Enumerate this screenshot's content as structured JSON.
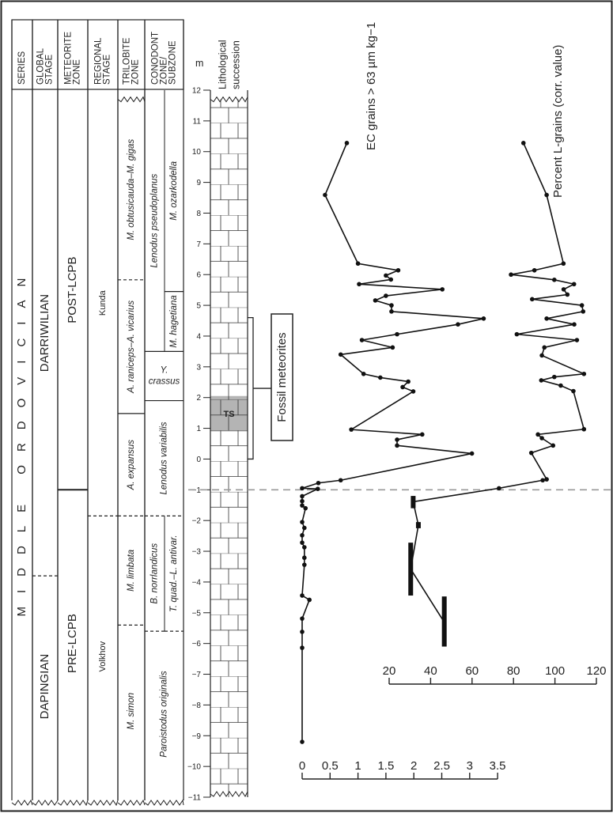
{
  "chart_data": {
    "type": "line",
    "title": "",
    "depth_axis": {
      "unit_label": "m",
      "range": [
        -11,
        12
      ],
      "ticks": [
        12,
        11,
        10,
        9,
        8,
        7,
        6,
        5,
        4,
        3,
        2,
        1,
        0,
        -1,
        -2,
        -3,
        -4,
        -5,
        -6,
        -7,
        -8,
        -9,
        -10,
        -11
      ]
    },
    "headers": {
      "series": [
        "SERIES"
      ],
      "global": [
        "GLOBAL",
        "STAGE"
      ],
      "meteorite": [
        "METEORITE",
        "ZONE"
      ],
      "regional": [
        "REGIONAL",
        "STAGE"
      ],
      "trilobite": [
        "TRILOBITE",
        "ZONE"
      ],
      "conodont": [
        "CONODONT",
        "ZONE/",
        "SUBZONE"
      ],
      "lithology": [
        "Lithological",
        "succession"
      ]
    },
    "columns": {
      "series": [
        {
          "label": "MIDDLE ORDOVICIAN",
          "top": 12,
          "bottom": -11
        }
      ],
      "global": [
        {
          "label": "DARRIWILIAN",
          "top": 12,
          "bottom": -3.8,
          "boundary": "dashed"
        },
        {
          "label": "DAPINGIAN",
          "top": -3.8,
          "bottom": -11
        }
      ],
      "meteorite": [
        {
          "label": "POST-LCPB",
          "top": 12,
          "bottom": -1,
          "boundary": "solid"
        },
        {
          "label": "PRE-LCPB",
          "top": -1,
          "bottom": -11
        }
      ],
      "regional": [
        {
          "label": "Kunda",
          "top": 12,
          "bottom": -1.85,
          "boundary": "dashed"
        },
        {
          "label": "Volkhov",
          "top": -1.85,
          "bottom": -11
        }
      ],
      "trilobite": [
        {
          "label": "M. obtusicauda–M. gigas",
          "top": 11.7,
          "bottom": 5.83,
          "boundary": "dashed"
        },
        {
          "label": "A. raniceps–A. vicarius",
          "top": 5.83,
          "bottom": 1.48,
          "boundary": "solid"
        },
        {
          "label": "A. expansus",
          "top": 1.48,
          "bottom": -1.85,
          "boundary": "dashed"
        },
        {
          "label": "M. limbata",
          "top": -1.85,
          "bottom": -5.4,
          "boundary": "dashed"
        },
        {
          "label": "M. simon",
          "top": -5.4,
          "bottom": -11
        }
      ],
      "conodont": [
        {
          "label": "Lenodus pseudoplanus",
          "top": 12,
          "bottom": 3.5,
          "part": "left",
          "boundary": "solid"
        },
        {
          "label": "M. ozarkodella",
          "top": 12,
          "bottom": 5.45,
          "part": "right",
          "boundary": "solid"
        },
        {
          "label": "M. hagetiana",
          "top": 5.45,
          "bottom": 3.5,
          "part": "right",
          "boundary": "solid"
        },
        {
          "label": "Y. crassus",
          "top": 3.5,
          "bottom": 1.9,
          "part": "full",
          "boundary": "solid"
        },
        {
          "label": "Lenodus variabilis",
          "top": 1.9,
          "bottom": -1.85,
          "part": "full",
          "boundary": "dashed"
        },
        {
          "label": "B. norrlandicus",
          "top": -1.85,
          "bottom": -5.6,
          "part": "left",
          "boundary": "dashed"
        },
        {
          "label": "T. quad.–L. antivar.",
          "top": -1.85,
          "bottom": -5.6,
          "part": "right",
          "boundary": "dashed"
        },
        {
          "label": "Paroistodus originalis",
          "top": -5.6,
          "bottom": -11,
          "part": "full"
        }
      ]
    },
    "lithology": {
      "type": "limestone",
      "top": 11.7,
      "bottom": -11,
      "shaded_unit": {
        "label": "TS",
        "top": 2.05,
        "bottom": 0.9,
        "color": "#b4b4b4"
      }
    },
    "fossil_meteorites": {
      "label": "Fossil meteorites",
      "top": 4.6,
      "bottom": 0
    },
    "reference_line_depth": -1,
    "series": [
      {
        "name": "EC grains > 63 µm kg−1",
        "axis_ticks": [
          0,
          0.5,
          1,
          1.5,
          2,
          2.5,
          3,
          3.5
        ],
        "axis_range": [
          0,
          3.5
        ],
        "points": [
          [
            10.28,
            0.8
          ],
          [
            8.59,
            0.41
          ],
          [
            6.36,
            1.0
          ],
          [
            6.14,
            1.72
          ],
          [
            5.97,
            1.5
          ],
          [
            5.84,
            1.59
          ],
          [
            5.69,
            1.02
          ],
          [
            5.52,
            2.51
          ],
          [
            5.31,
            1.5
          ],
          [
            5.16,
            1.31
          ],
          [
            5.0,
            1.6
          ],
          [
            4.8,
            1.6
          ],
          [
            4.57,
            3.25
          ],
          [
            4.38,
            2.79
          ],
          [
            4.06,
            1.7
          ],
          [
            3.87,
            1.07
          ],
          [
            3.63,
            1.62
          ],
          [
            3.4,
            0.69
          ],
          [
            2.77,
            1.1
          ],
          [
            2.65,
            1.4
          ],
          [
            2.52,
            1.9
          ],
          [
            2.34,
            1.8
          ],
          [
            2.2,
            1.99
          ],
          [
            0.96,
            0.88
          ],
          [
            0.8,
            2.15
          ],
          [
            0.63,
            1.7
          ],
          [
            0.44,
            1.7
          ],
          [
            0.18,
            3.04
          ],
          [
            -0.69,
            0.69
          ],
          [
            -0.78,
            0.29
          ],
          [
            -0.95,
            0.0
          ],
          [
            -0.97,
            0.28
          ],
          [
            -1.21,
            0.0
          ],
          [
            -1.37,
            0.0
          ],
          [
            -1.51,
            0.0
          ],
          [
            -1.6,
            0.06
          ],
          [
            -2.05,
            0.0
          ],
          [
            -2.24,
            0.04
          ],
          [
            -2.48,
            0.0
          ],
          [
            -2.72,
            0.0
          ],
          [
            -2.87,
            0.04
          ],
          [
            -3.21,
            0.04
          ],
          [
            -3.44,
            0.04
          ],
          [
            -4.44,
            0.0
          ],
          [
            -4.58,
            0.13
          ],
          [
            -5.19,
            0.0
          ],
          [
            -5.62,
            0.0
          ],
          [
            -6.14,
            0.0
          ],
          [
            -9.2,
            0.0
          ]
        ]
      },
      {
        "name": "Percent L-grains (corr. value)",
        "axis_ticks": [
          20,
          40,
          60,
          80,
          100,
          120
        ],
        "axis_range": [
          20,
          120
        ],
        "points": [
          [
            10.28,
            84.8
          ],
          [
            8.59,
            96.0
          ],
          [
            6.36,
            104.1
          ],
          [
            6.14,
            90.1
          ],
          [
            6.0,
            78.8
          ],
          [
            5.83,
            99.7
          ],
          [
            5.69,
            109.2
          ],
          [
            5.52,
            104.2
          ],
          [
            5.35,
            106.0
          ],
          [
            5.2,
            89.0
          ],
          [
            5.0,
            113.0
          ],
          [
            4.8,
            113.6
          ],
          [
            4.57,
            96.0
          ],
          [
            4.38,
            109.3
          ],
          [
            4.06,
            81.6
          ],
          [
            3.87,
            110.6
          ],
          [
            3.63,
            94.9
          ],
          [
            3.37,
            93.7
          ],
          [
            2.77,
            114.0
          ],
          [
            2.67,
            99.7
          ],
          [
            2.56,
            93.4
          ],
          [
            2.39,
            102.8
          ],
          [
            2.21,
            108.9
          ],
          [
            0.97,
            114.0
          ],
          [
            0.8,
            91.8
          ],
          [
            0.68,
            93.7
          ],
          [
            0.44,
            99.1
          ],
          [
            0.2,
            88.6
          ],
          [
            -0.66,
            96.0
          ],
          [
            -0.69,
            94.1
          ],
          [
            -0.95,
            73.0
          ]
        ],
        "range_points": [
          {
            "depth": -1.39,
            "value": 31.6,
            "range": [
              -1.2,
              -1.6
            ]
          },
          {
            "depth": -2.15,
            "value": 34.1,
            "range": [
              -2.05,
              -2.25
            ]
          },
          {
            "depth": -3.58,
            "value": 30.4,
            "range": [
              -2.72,
              -4.44
            ]
          },
          {
            "depth": -5.31,
            "value": 46.6,
            "range": [
              -4.47,
              -6.1
            ]
          }
        ]
      }
    ]
  }
}
